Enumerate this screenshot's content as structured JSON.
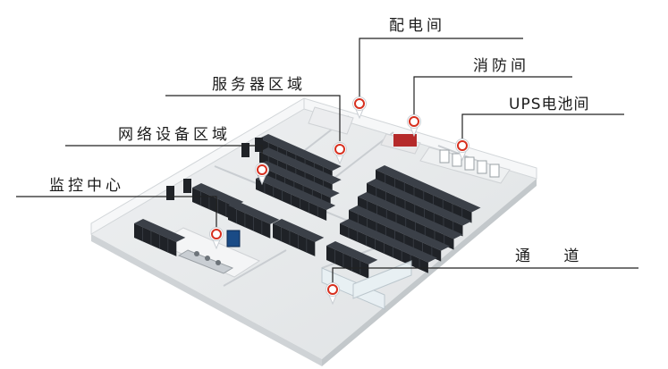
{
  "diagram": {
    "labels": {
      "power_room": "配电间",
      "fire_room": "消防间",
      "ups_room": "UPS电池间",
      "server_area": "服务器区域",
      "network_area": "网络设备区域",
      "monitor_center": "监控中心",
      "aisle": "通 道"
    }
  },
  "colors": {
    "marker_red": "#d7301f",
    "floor": "#e6e8ea",
    "wall": "#f3f4f5",
    "rack": "#1f2227",
    "leader_line": "#222222"
  }
}
